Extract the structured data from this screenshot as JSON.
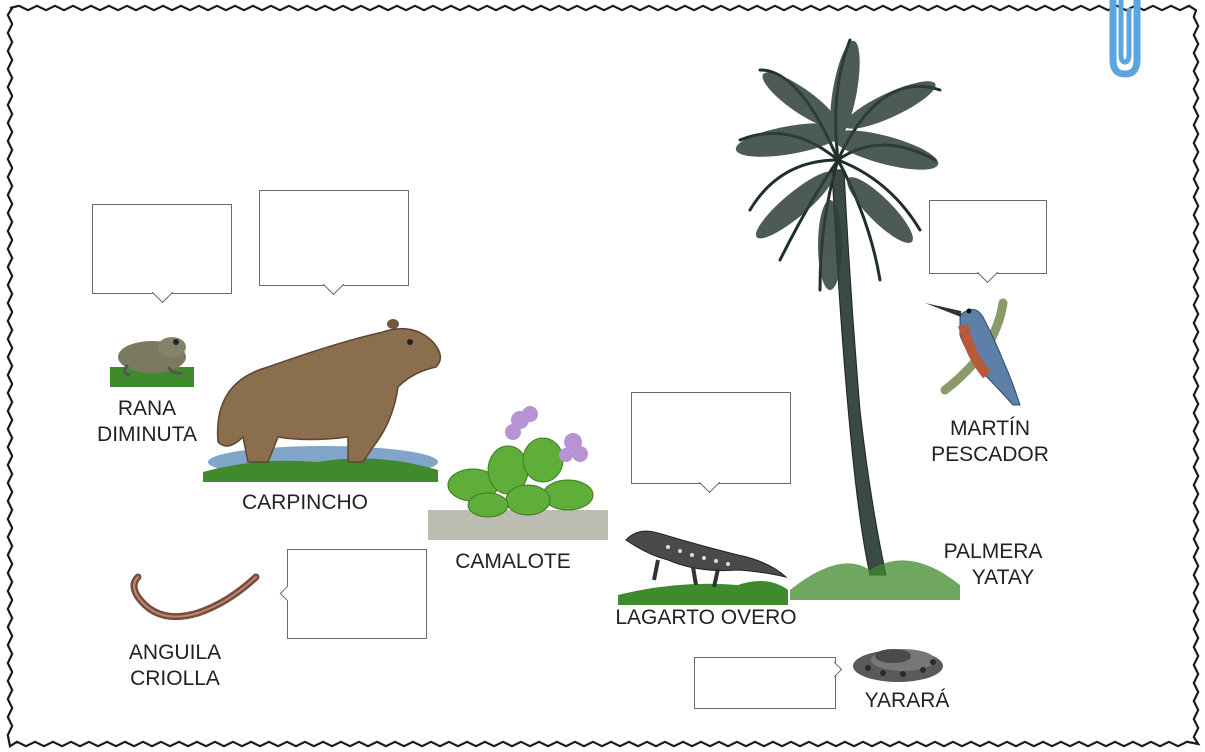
{
  "worksheet": {
    "labels": {
      "rana": [
        "RANA",
        "DIMINUTA"
      ],
      "carpincho": "CARPINCHO",
      "camalote": "CAMALOTE",
      "anguila": [
        "ANGUILA",
        "CRIOLLA"
      ],
      "lagarto": "LAGARTO OVERO",
      "martin": [
        "MARTÍN",
        "PESCADOR"
      ],
      "palmera": [
        "PALMERA",
        "YATAY"
      ],
      "yarara": "YARARÁ"
    },
    "answer_boxes": {
      "rana": "",
      "carpincho": "",
      "martin": "",
      "lagarto": "",
      "anguila": "",
      "yarara": ""
    },
    "colors": {
      "paperclip": "#5aa6e0",
      "frame": "#1a1a1a",
      "grass": "#3f8a2c"
    }
  }
}
